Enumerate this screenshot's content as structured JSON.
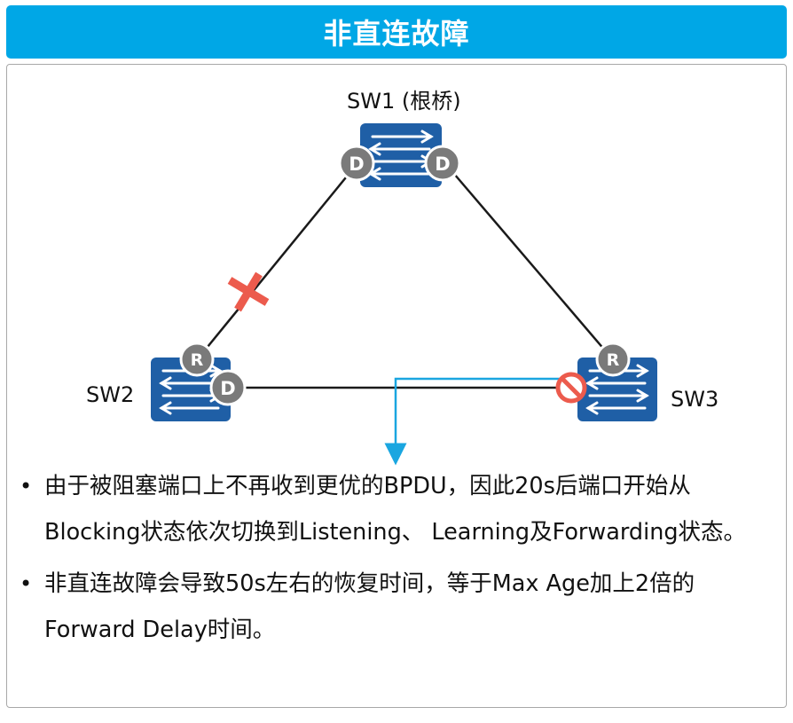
{
  "title": "非直连故障",
  "switches": {
    "sw1_label": "SW1 (根桥)",
    "sw2_label": "SW2",
    "sw3_label": "SW3"
  },
  "ports": {
    "designated": "D",
    "root": "R"
  },
  "bullets": [
    "由于被阻塞端口上不再收到更优的BPDU，因此20s后端口开始从Blocking状态依次切换到Listening、 Learning及Forwarding状态。",
    "非直连故障会导致50s左右的恢复时间，等于Max  Age加上2倍的Forward Delay时间。"
  ],
  "colors": {
    "title_bg": "#00a7e6",
    "switch_blue": "#1f5fa6",
    "port_gray": "#7a7a7a",
    "failure_x": "#ec5b4d",
    "blocked": "#ec5b4d",
    "bpdu_arrow": "#1aa6e0"
  }
}
